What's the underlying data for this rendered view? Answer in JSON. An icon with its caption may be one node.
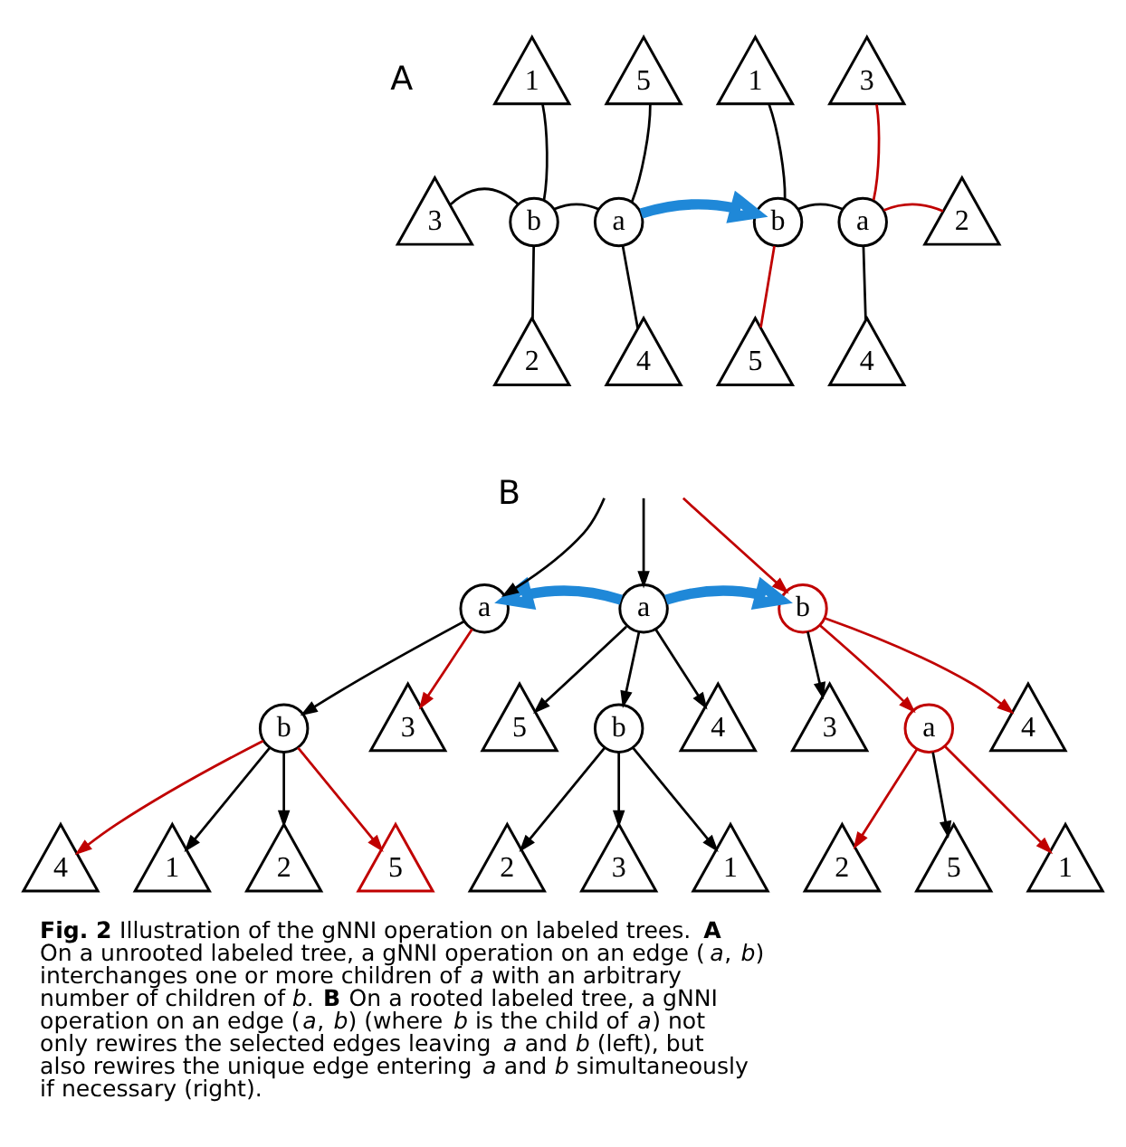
{
  "diagram": {
    "caption": "**Fig. 2** Illustration of the gNNI operation on labeled trees. **A** On a unrooted labeled tree, a gNNI operation on an edge (*a*, *b*) interchanges one or more children of *a* with an arbitrary number of children of *b*. **B** On a rooted labeled tree, a gNNI operation on an edge (*a*, *b*) (where *b* is the child of *a*) not only rewires the selected edges leaving *a* and *b* (left), but also rewires the unique edge entering *a* and *b* simultaneously if necessary (right).",
    "nodes": [
      {
        "text": [
          "b"
        ]
      },
      {
        "text": [
          "a"
        ]
      },
      {
        "text": [
          "1"
        ]
      },
      {
        "text": [
          "3"
        ]
      },
      {
        "text": [
          "2"
        ]
      },
      {
        "text": [
          "5"
        ]
      },
      {
        "text": [
          "4"
        ]
      },
      {
        "text": [
          "b"
        ]
      },
      {
        "text": [
          "a"
        ]
      },
      {
        "text": [
          "1"
        ]
      },
      {
        "text": [
          "5"
        ]
      },
      {
        "text": [
          "3"
        ]
      },
      {
        "text": [
          "2"
        ]
      },
      {
        "text": [
          "4"
        ]
      },
      {
        "text": [
          "a"
        ]
      },
      {
        "text": [
          "b"
        ]
      },
      {
        "text": [
          "3"
        ]
      },
      {
        "text": [
          "4"
        ]
      },
      {
        "text": [
          "1"
        ]
      },
      {
        "text": [
          "2"
        ]
      },
      {
        "text": [
          "5"
        ]
      },
      {
        "text": [
          "a"
        ]
      },
      {
        "text": [
          "b"
        ]
      },
      {
        "text": [
          "4"
        ]
      },
      {
        "text": [
          "5"
        ]
      },
      {
        "text": [
          "1"
        ]
      },
      {
        "text": [
          "2"
        ]
      },
      {
        "text": [
          "3"
        ]
      },
      {
        "text": [
          "b"
        ]
      },
      {
        "text": [
          "a"
        ]
      },
      {
        "text": [
          "4"
        ]
      },
      {
        "text": [
          "3"
        ]
      },
      {
        "text": [
          "1"
        ]
      },
      {
        "text": [
          "2"
        ]
      },
      {
        "text": [
          "5"
        ]
      }
    ],
    "edges": [
      {
        "from": 0,
        "to": 1,
        "arrow": "none"
      },
      {
        "from": 0,
        "to": 2,
        "arrow": "none"
      },
      {
        "from": 0,
        "to": 3,
        "arrow": "none"
      },
      {
        "from": 0,
        "to": 4,
        "arrow": "none"
      },
      {
        "from": 1,
        "to": 5,
        "arrow": "none"
      },
      {
        "from": 1,
        "to": 6,
        "arrow": "none"
      },
      {
        "from": 1,
        "to": 7,
        "arrow": "to",
        "style": "thick",
        "color": "#1f88d8"
      },
      {
        "from": 7,
        "to": 8,
        "arrow": "none"
      },
      {
        "from": 7,
        "to": 9,
        "arrow": "none"
      },
      {
        "from": 7,
        "to": 10,
        "arrow": "none",
        "color": "#c00000"
      },
      {
        "from": 8,
        "to": 11,
        "arrow": "none",
        "color": "#c00000"
      },
      {
        "from": 8,
        "to": 12,
        "arrow": "none",
        "color": "#c00000"
      },
      {
        "from": 8,
        "to": 13,
        "arrow": "none"
      },
      {
        "from": null,
        "to": 14,
        "arrow": "to"
      },
      {
        "from": 14,
        "to": 15,
        "arrow": "to"
      },
      {
        "from": 14,
        "to": 16,
        "arrow": "to",
        "color": "#c00000"
      },
      {
        "from": 15,
        "to": 17,
        "arrow": "to",
        "color": "#c00000"
      },
      {
        "from": 15,
        "to": 18,
        "arrow": "to"
      },
      {
        "from": 15,
        "to": 19,
        "arrow": "to"
      },
      {
        "from": 15,
        "to": 20,
        "arrow": "to",
        "color": "#c00000"
      },
      {
        "from": 21,
        "to": 14,
        "arrow": "to",
        "style": "thick",
        "color": "#1f88d8"
      },
      {
        "from": null,
        "to": 21,
        "arrow": "to"
      },
      {
        "from": 21,
        "to": 22,
        "arrow": "to"
      },
      {
        "from": 21,
        "to": 23,
        "arrow": "to"
      },
      {
        "from": 21,
        "to": 24,
        "arrow": "to"
      },
      {
        "from": 22,
        "to": 25,
        "arrow": "to"
      },
      {
        "from": 22,
        "to": 26,
        "arrow": "to"
      },
      {
        "from": 22,
        "to": 27,
        "arrow": "to"
      },
      {
        "from": 21,
        "to": 28,
        "arrow": "to",
        "style": "thick",
        "color": "#1f88d8"
      },
      {
        "from": null,
        "to": 28,
        "arrow": "to",
        "color": "#c00000"
      },
      {
        "from": 28,
        "to": 29,
        "arrow": "to",
        "color": "#c00000"
      },
      {
        "from": 28,
        "to": 30,
        "arrow": "to",
        "color": "#c00000"
      },
      {
        "from": 28,
        "to": 31,
        "arrow": "to"
      },
      {
        "from": 29,
        "to": 32,
        "arrow": "to",
        "color": "#c00000"
      },
      {
        "from": 29,
        "to": 33,
        "arrow": "to",
        "color": "#c00000"
      },
      {
        "from": 29,
        "to": 34,
        "arrow": "to"
      }
    ],
    "labels": [
      "A",
      "B"
    ]
  }
}
